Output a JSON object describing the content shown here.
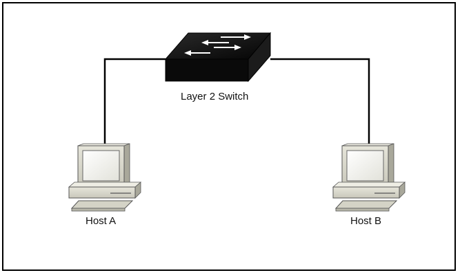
{
  "nodes": {
    "switch": {
      "label": "Layer 2 Switch",
      "icon": "switch-icon"
    },
    "host_a": {
      "label": "Host A",
      "icon": "desktop-computer-icon"
    },
    "host_b": {
      "label": "Host B",
      "icon": "desktop-computer-icon"
    }
  },
  "links": [
    {
      "from": "switch",
      "to": "host_a"
    },
    {
      "from": "switch",
      "to": "host_b"
    }
  ],
  "colors": {
    "cable": "#000000",
    "switch_body": "#111111",
    "computer_beige": "#d9d8cc",
    "screen": "#f4f4ee"
  }
}
